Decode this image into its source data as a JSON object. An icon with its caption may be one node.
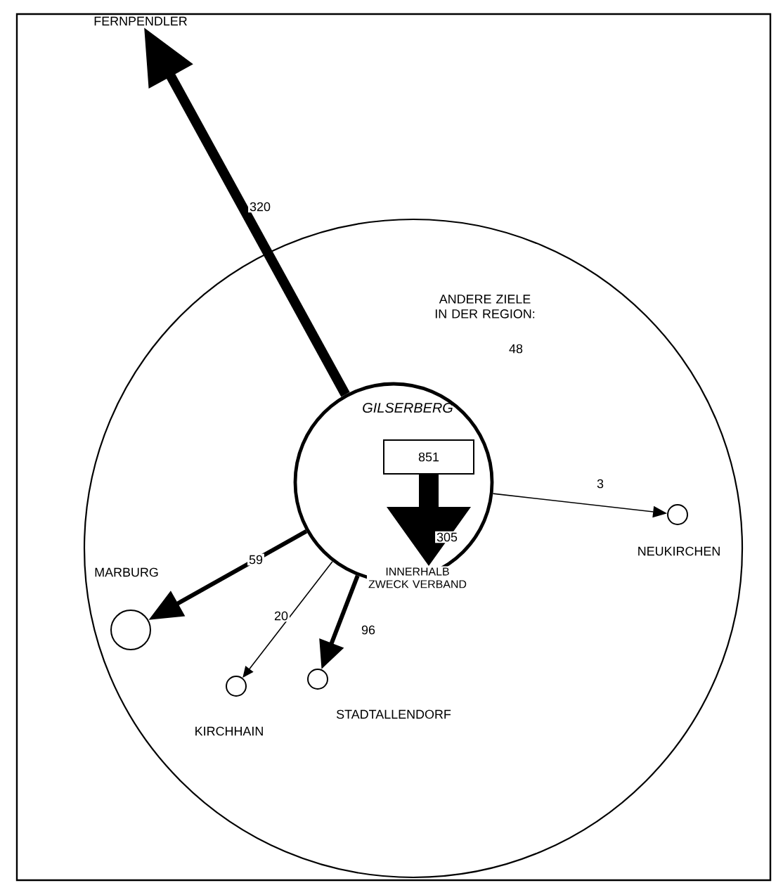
{
  "diagram": {
    "nodes": [
      {
        "text": [
          "ANDERE ZIELE IN DER REGION:",
          "48"
        ]
      },
      {
        "text": [
          "GILSERBERG"
        ],
        "in": 0
      },
      {
        "text": [
          "851"
        ],
        "in": 1
      },
      {
        "text": [
          "INNERHALB ZWECK VERBAND"
        ],
        "in": 1
      },
      {
        "text": [
          "FERNPENDLER"
        ]
      },
      {
        "text": [],
        "shape": "circle",
        "beside": [
          "MARBURG"
        ],
        "in": 0
      },
      {
        "text": [],
        "shape": "circle",
        "beside": [
          "KIRCHHAIN"
        ],
        "in": 0
      },
      {
        "text": [],
        "shape": "circle",
        "beside": [
          "STADTALLENDORF"
        ],
        "in": 0
      },
      {
        "text": [],
        "shape": "circle",
        "beside": [
          "NEUKIRCHEN"
        ],
        "in": 0
      }
    ],
    "edges": [
      {
        "from": 1,
        "to": 4,
        "arrow": "to",
        "label": "320",
        "style": "thick"
      },
      {
        "from": 2,
        "to": 3,
        "arrow": "to",
        "label": "305",
        "style": "thick"
      },
      {
        "from": 1,
        "to": 5,
        "arrow": "to",
        "label": "59"
      },
      {
        "from": 1,
        "to": 6,
        "arrow": "to",
        "label": "20"
      },
      {
        "from": 1,
        "to": 7,
        "arrow": "to",
        "label": "96"
      },
      {
        "from": 1,
        "to": 8,
        "arrow": "to",
        "label": "3"
      }
    ]
  }
}
